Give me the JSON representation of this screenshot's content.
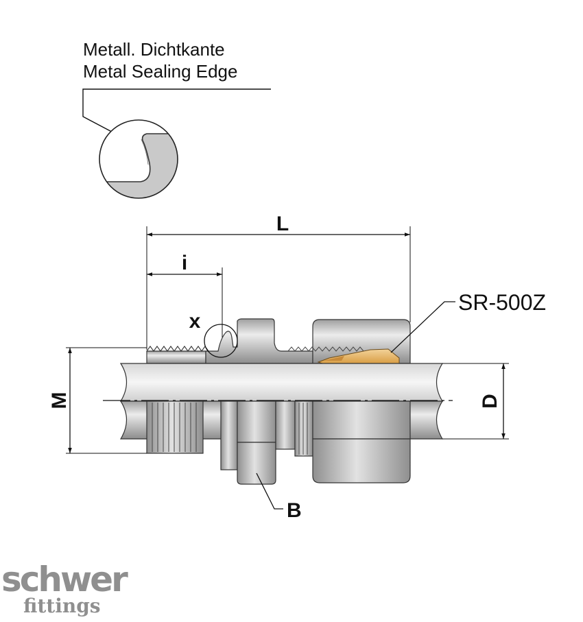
{
  "callout": {
    "title_de": "Metall. Dichtkante",
    "title_en": "Metal Sealing Edge"
  },
  "dimensions": {
    "L": "L",
    "i": "i",
    "x": "x",
    "M": "M",
    "D": "D",
    "B": "B"
  },
  "part_number": "SR-500Z",
  "logo": {
    "line1": "schwer",
    "line2": "fittings"
  },
  "colors": {
    "metal": "#c8c8c8",
    "metal_dark": "#9a9a9a",
    "seal_ring": "#e8b86a",
    "logo_gray": "#8f8f8f"
  }
}
